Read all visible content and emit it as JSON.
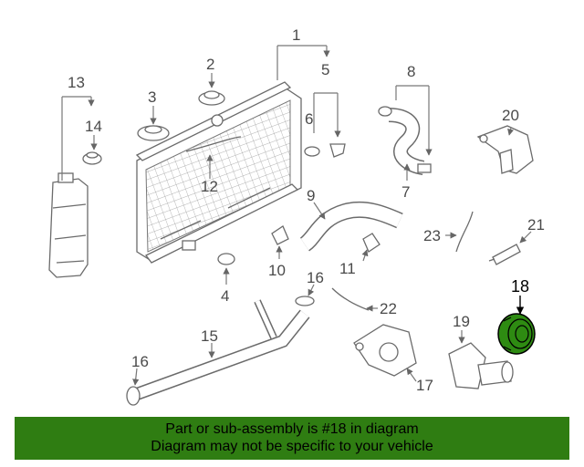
{
  "callouts": {
    "c1": "1",
    "c2": "2",
    "c3": "3",
    "c4": "4",
    "c5": "5",
    "c6": "6",
    "c7": "7",
    "c8": "8",
    "c9": "9",
    "c10": "10",
    "c11": "11",
    "c12": "12",
    "c13": "13",
    "c14": "14",
    "c15": "15",
    "c16a": "16",
    "c16b": "16",
    "c17": "17",
    "c18": "18",
    "c19": "19",
    "c20": "20",
    "c21": "21",
    "c22": "22",
    "c23": "23"
  },
  "highlight": {
    "part_number": "18",
    "color": "#2e8b12"
  },
  "banner": {
    "line1": "Part or sub-assembly is #18 in diagram",
    "line2": "Diagram may not be specific to your vehicle",
    "color": "#2f7d12"
  }
}
